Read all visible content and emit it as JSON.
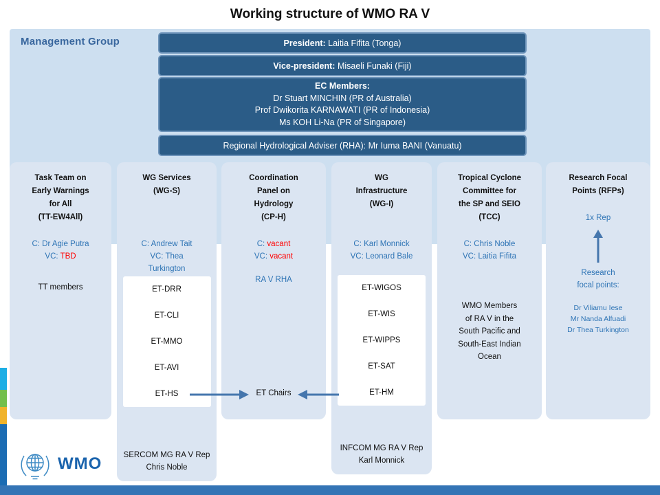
{
  "page": {
    "title": "Working structure of WMO RA V"
  },
  "management": {
    "label": "Management Group",
    "president": {
      "label": "President:",
      "value": " Laitia Fifita (Tonga)"
    },
    "vice_president": {
      "label": "Vice-president:",
      "value": " Misaeli Funaki (Fiji)"
    },
    "ec": {
      "label": "EC Members:",
      "members": [
        "Dr Stuart MINCHIN (PR of Australia)",
        "Prof Dwikorita KARNAWATI (PR of Indonesia)",
        "Ms KOH Li-Na (PR of Singapore)"
      ]
    },
    "rha": "Regional Hydrological Adviser (RHA): Mr Iuma BANI (Vanuatu)"
  },
  "columns": {
    "tt_ew4all": {
      "title": "Task Team on\nEarly Warnings\nfor All\n(TT-EW4All)",
      "chair": "C: Dr Agie Putra",
      "vc_label": "VC: ",
      "vc_value": "TBD",
      "body": "TT members"
    },
    "wg_services": {
      "title": "WG Services\n(WG-S)",
      "chair": "C: Andrew Tait",
      "vice_chair": "VC: Thea\nTurkington",
      "ets": [
        "ET-DRR",
        "ET-CLI",
        "ET-MMO",
        "ET-AVI",
        "ET-HS"
      ],
      "rep": "SERCOM MG RA V Rep\nChris Noble"
    },
    "cp_h": {
      "title": "Coordination\nPanel on\nHydrology\n(CP-H)",
      "chair_label": "C: ",
      "chair_value": "vacant",
      "vc_label": "VC: ",
      "vc_value": "vacant",
      "body": "RA V RHA",
      "et_chairs": "ET Chairs"
    },
    "wg_infrastructure": {
      "title": "WG\nInfrastructure\n(WG-I)",
      "chair": "C: Karl Monnick",
      "vice_chair": "VC: Leonard Bale",
      "ets": [
        "ET-WIGOS",
        "ET-WIS",
        "ET-WIPPS",
        "ET-SAT",
        "ET-HM"
      ],
      "rep": "INFCOM MG RA V Rep\nKarl Monnick"
    },
    "tcc": {
      "title": "Tropical Cyclone\nCommittee for\nthe SP and SEIO\n(TCC)",
      "chair": "C: Chris Noble",
      "vice_chair": "VC: Laitia Fifita",
      "body": "WMO Members\nof RA V in the\nSouth Pacific and\nSouth-East Indian\nOcean"
    },
    "rfp": {
      "title": "Research Focal\nPoints (RFPs)",
      "rep": "1x Rep",
      "focal_label": "Research\nfocal points:",
      "names": "Dr Viliamu Iese\nMr Nanda Alfuadi\nDr Thea Turkington"
    }
  },
  "footer": {
    "logo_text": "WMO"
  },
  "colors": {
    "dark_box": "#2b5c87",
    "panel_light": "#cddff0",
    "column_light": "#dbe5f2",
    "accent_blue": "#2e74b5",
    "alert_red": "#ff0000",
    "arrow_blue": "#4576ad",
    "stripe_cyan": "#1caee5",
    "stripe_green": "#74bf4b",
    "stripe_yellow": "#f0b32a",
    "stripe_blue": "#1b6cb3"
  }
}
